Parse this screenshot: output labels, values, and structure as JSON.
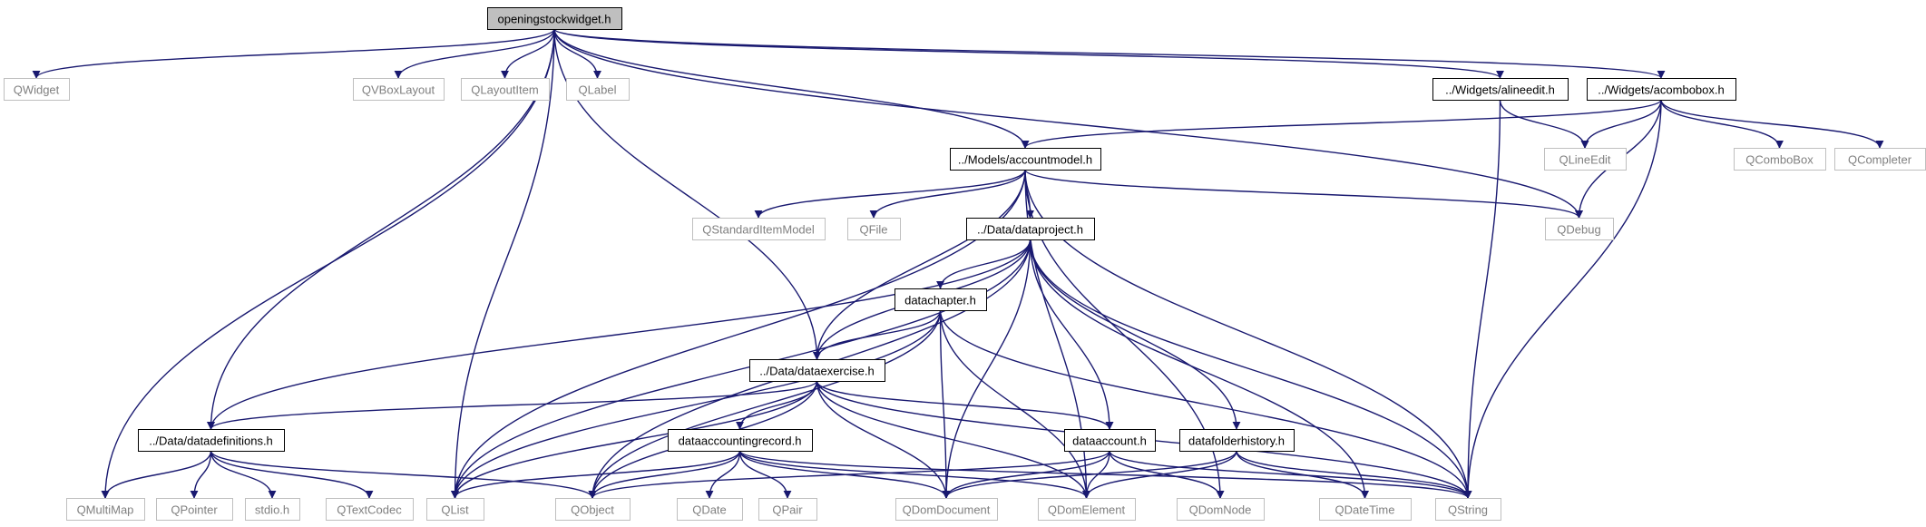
{
  "colors": {
    "edge": "#191970",
    "highlight_fill": "#bfbfbf",
    "dependency_border": "#000000",
    "leaf_border": "#bfbfbf",
    "leaf_text": "#808080",
    "dependency_text": "#000000"
  },
  "graph": {
    "root": "openingstockwidget.h",
    "nodes": [
      {
        "id": "root",
        "label": "openingstockwidget.h",
        "kind": "highlight"
      },
      {
        "id": "qwidget",
        "label": "QWidget",
        "kind": "leaf"
      },
      {
        "id": "qvboxlayout",
        "label": "QVBoxLayout",
        "kind": "leaf"
      },
      {
        "id": "qlayoutitem",
        "label": "QLayoutItem",
        "kind": "leaf"
      },
      {
        "id": "qlabel",
        "label": "QLabel",
        "kind": "leaf"
      },
      {
        "id": "alineedit",
        "label": "../Widgets/alineedit.h",
        "kind": "file"
      },
      {
        "id": "acombobox",
        "label": "../Widgets/acombobox.h",
        "kind": "file"
      },
      {
        "id": "accountmodel",
        "label": "../Models/accountmodel.h",
        "kind": "file"
      },
      {
        "id": "qlineedit",
        "label": "QLineEdit",
        "kind": "leaf"
      },
      {
        "id": "qcombobox",
        "label": "QComboBox",
        "kind": "leaf"
      },
      {
        "id": "qcompleter",
        "label": "QCompleter",
        "kind": "leaf"
      },
      {
        "id": "qstandarditemmodel",
        "label": "QStandardItemModel",
        "kind": "leaf"
      },
      {
        "id": "qfile",
        "label": "QFile",
        "kind": "leaf"
      },
      {
        "id": "dataproject",
        "label": "../Data/dataproject.h",
        "kind": "file"
      },
      {
        "id": "qdebug",
        "label": "QDebug",
        "kind": "leaf"
      },
      {
        "id": "datachapter",
        "label": "datachapter.h",
        "kind": "file"
      },
      {
        "id": "dataexercise",
        "label": "../Data/dataexercise.h",
        "kind": "file"
      },
      {
        "id": "datadefinitions",
        "label": "../Data/datadefinitions.h",
        "kind": "file"
      },
      {
        "id": "dataaccountingrecord",
        "label": "dataaccountingrecord.h",
        "kind": "file"
      },
      {
        "id": "dataaccount",
        "label": "dataaccount.h",
        "kind": "file"
      },
      {
        "id": "datafolderhistory",
        "label": "datafolderhistory.h",
        "kind": "file"
      },
      {
        "id": "qmultimap",
        "label": "QMultiMap",
        "kind": "leaf"
      },
      {
        "id": "qpointer",
        "label": "QPointer",
        "kind": "leaf"
      },
      {
        "id": "stdio",
        "label": "stdio.h",
        "kind": "leaf"
      },
      {
        "id": "qtextcodec",
        "label": "QTextCodec",
        "kind": "leaf"
      },
      {
        "id": "qlist",
        "label": "QList",
        "kind": "leaf"
      },
      {
        "id": "qobject",
        "label": "QObject",
        "kind": "leaf"
      },
      {
        "id": "qdate",
        "label": "QDate",
        "kind": "leaf"
      },
      {
        "id": "qpair",
        "label": "QPair",
        "kind": "leaf"
      },
      {
        "id": "qdomdocument",
        "label": "QDomDocument",
        "kind": "leaf"
      },
      {
        "id": "qdomelement",
        "label": "QDomElement",
        "kind": "leaf"
      },
      {
        "id": "qdomnode",
        "label": "QDomNode",
        "kind": "leaf"
      },
      {
        "id": "qdatetime",
        "label": "QDateTime",
        "kind": "leaf"
      },
      {
        "id": "qstring",
        "label": "QString",
        "kind": "leaf"
      }
    ],
    "edges": [
      [
        "root",
        "qwidget"
      ],
      [
        "root",
        "qvboxlayout"
      ],
      [
        "root",
        "qlayoutitem"
      ],
      [
        "root",
        "qlabel"
      ],
      [
        "root",
        "alineedit"
      ],
      [
        "root",
        "acombobox"
      ],
      [
        "root",
        "accountmodel"
      ],
      [
        "root",
        "qdebug"
      ],
      [
        "root",
        "dataexercise"
      ],
      [
        "root",
        "datadefinitions"
      ],
      [
        "root",
        "qlist"
      ],
      [
        "root",
        "qmultimap"
      ],
      [
        "alineedit",
        "qlineedit"
      ],
      [
        "alineedit",
        "qstring"
      ],
      [
        "acombobox",
        "accountmodel"
      ],
      [
        "acombobox",
        "qlineedit"
      ],
      [
        "acombobox",
        "qcombobox"
      ],
      [
        "acombobox",
        "qcompleter"
      ],
      [
        "acombobox",
        "qdebug"
      ],
      [
        "acombobox",
        "qstring"
      ],
      [
        "accountmodel",
        "qstandarditemmodel"
      ],
      [
        "accountmodel",
        "qfile"
      ],
      [
        "accountmodel",
        "dataproject"
      ],
      [
        "accountmodel",
        "qdebug"
      ],
      [
        "accountmodel",
        "qlist"
      ],
      [
        "accountmodel",
        "dataexercise"
      ],
      [
        "accountmodel",
        "qstring"
      ],
      [
        "accountmodel",
        "qdomelement"
      ],
      [
        "accountmodel",
        "qdomnode"
      ],
      [
        "dataproject",
        "datachapter"
      ],
      [
        "dataproject",
        "dataexercise"
      ],
      [
        "dataproject",
        "datadefinitions"
      ],
      [
        "dataproject",
        "dataaccount"
      ],
      [
        "dataproject",
        "datafolderhistory"
      ],
      [
        "dataproject",
        "qlist"
      ],
      [
        "dataproject",
        "qobject"
      ],
      [
        "dataproject",
        "qdomdocument"
      ],
      [
        "dataproject",
        "qdatetime"
      ],
      [
        "dataproject",
        "qstring"
      ],
      [
        "datachapter",
        "dataexercise"
      ],
      [
        "datachapter",
        "qlist"
      ],
      [
        "datachapter",
        "qobject"
      ],
      [
        "datachapter",
        "qdomdocument"
      ],
      [
        "datachapter",
        "qdomelement"
      ],
      [
        "datachapter",
        "qstring"
      ],
      [
        "dataexercise",
        "datadefinitions"
      ],
      [
        "dataexercise",
        "dataaccountingrecord"
      ],
      [
        "dataexercise",
        "dataaccount"
      ],
      [
        "dataexercise",
        "qlist"
      ],
      [
        "dataexercise",
        "qobject"
      ],
      [
        "dataexercise",
        "qdomdocument"
      ],
      [
        "dataexercise",
        "qdomelement"
      ],
      [
        "dataexercise",
        "qstring"
      ],
      [
        "datadefinitions",
        "qmultimap"
      ],
      [
        "datadefinitions",
        "qpointer"
      ],
      [
        "datadefinitions",
        "stdio"
      ],
      [
        "datadefinitions",
        "qtextcodec"
      ],
      [
        "datadefinitions",
        "qobject"
      ],
      [
        "dataaccountingrecord",
        "qlist"
      ],
      [
        "dataaccountingrecord",
        "qobject"
      ],
      [
        "dataaccountingrecord",
        "qdate"
      ],
      [
        "dataaccountingrecord",
        "qpair"
      ],
      [
        "dataaccountingrecord",
        "qdomdocument"
      ],
      [
        "dataaccountingrecord",
        "qdomelement"
      ],
      [
        "dataaccountingrecord",
        "qstring"
      ],
      [
        "dataaccount",
        "qobject"
      ],
      [
        "dataaccount",
        "qdomdocument"
      ],
      [
        "dataaccount",
        "qdomelement"
      ],
      [
        "dataaccount",
        "qdomnode"
      ],
      [
        "dataaccount",
        "qstring"
      ],
      [
        "datafolderhistory",
        "qdomdocument"
      ],
      [
        "datafolderhistory",
        "qdomelement"
      ],
      [
        "datafolderhistory",
        "qdatetime"
      ],
      [
        "datafolderhistory",
        "qstring"
      ]
    ]
  }
}
